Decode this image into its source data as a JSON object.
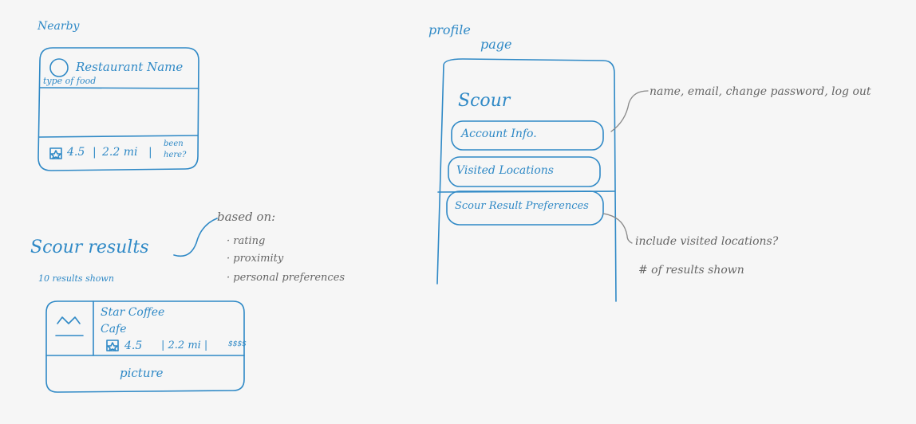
{
  "nearby": {
    "heading": "Nearby",
    "card": {
      "restaurant_name": "Restaurant Name",
      "food_type": "type of food",
      "rating": "4.5",
      "distance": "2.2 mi",
      "been_here_line1": "been",
      "been_here_line2": "here?"
    }
  },
  "scour_results": {
    "heading": "Scour results",
    "count": "10 results shown",
    "based_on": {
      "label": "based on:",
      "items": [
        "· rating",
        "· proximity",
        "· personal preferences"
      ]
    },
    "card": {
      "name": "Star Coffee",
      "category": "Cafe",
      "rating": "4.5",
      "distance": "| 2.2 mi |",
      "price": "$$$$",
      "picture_label": "picture"
    }
  },
  "profile_page": {
    "heading_line1": "profile",
    "heading_line2": "page",
    "app_title": "Scour",
    "buttons": {
      "account_info": "Account Info.",
      "visited_locations": "Visited Locations",
      "preferences": "Scour Result Preferences"
    },
    "account_note": "name, email, change password, log out",
    "preference_notes": [
      "include visited locations?",
      "# of results shown"
    ]
  },
  "colors": {
    "ink": "#2f89c6",
    "note": "#666666",
    "paper": "#f6f6f6"
  }
}
